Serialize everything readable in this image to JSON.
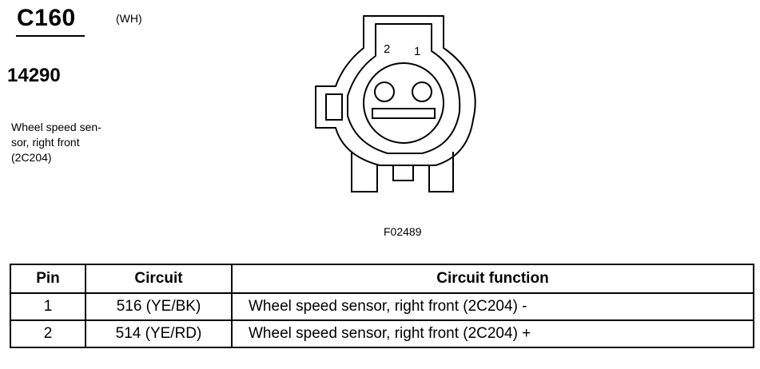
{
  "connector": {
    "id": "C160",
    "color": "(WH)",
    "part_number": "14290",
    "description": "Wheel speed sen-\nsor, right front\n(2C204)"
  },
  "diagram": {
    "pin_labels": [
      "2",
      "1"
    ],
    "figure_id": "F02489"
  },
  "table": {
    "headers": [
      "Pin",
      "Circuit",
      "Circuit function"
    ],
    "rows": [
      {
        "pin": "1",
        "circuit": "516 (YE/BK)",
        "function": "Wheel speed sensor, right front (2C204) -"
      },
      {
        "pin": "2",
        "circuit": "514 (YE/RD)",
        "function": "Wheel speed sensor, right front (2C204) +"
      }
    ]
  }
}
